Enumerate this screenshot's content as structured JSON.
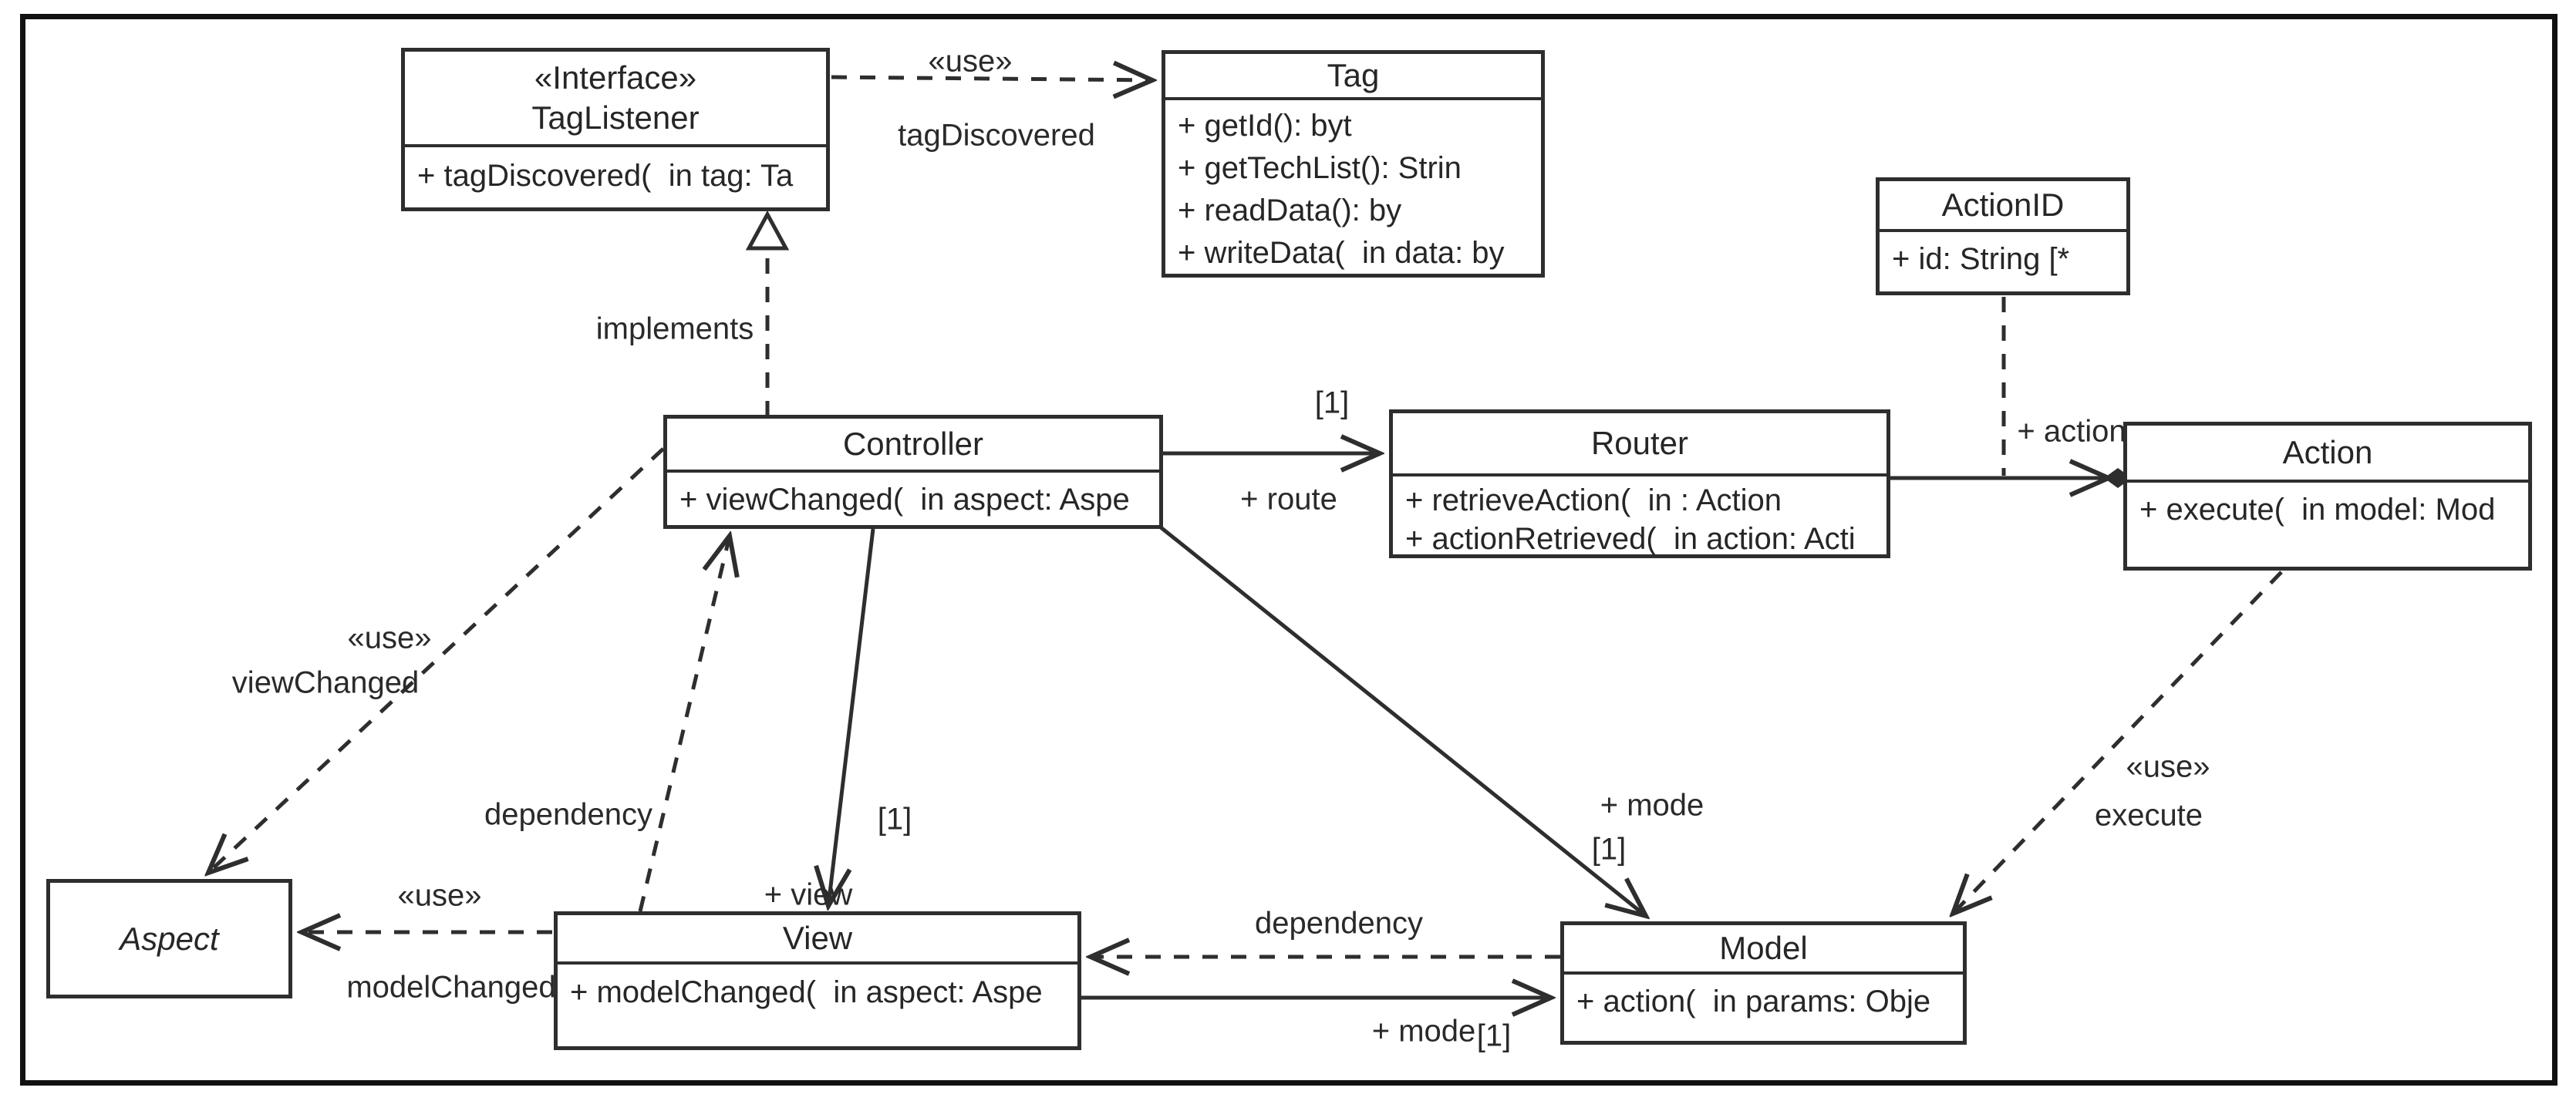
{
  "diagram": {
    "title": "MVC / NFC UML class diagram",
    "type": "uml-class-diagram",
    "colors": {
      "line": "#2e2e2e",
      "background": "#ffffff",
      "text": "#262626"
    }
  },
  "classes": {
    "taglistener": {
      "stereotype": "«Interface»",
      "name": "TagListener",
      "members": [
        "+ tagDiscovered(  in tag: Ta"
      ]
    },
    "tag": {
      "name": "Tag",
      "members": [
        "+ getId(): byt",
        "+ getTechList(): Strin",
        "+ readData(): by",
        "+ writeData(  in data: by"
      ]
    },
    "actionid": {
      "name": "ActionID",
      "members": [
        "+ id: String [*"
      ]
    },
    "controller": {
      "name": "Controller",
      "members": [
        "+ viewChanged(  in aspect: Aspe"
      ]
    },
    "router": {
      "name": "Router",
      "members": [
        "+ retrieveAction(  in : Action",
        "+ actionRetrieved(  in action: Acti"
      ]
    },
    "action": {
      "name": "Action",
      "members": [
        "+ execute(  in model: Mod"
      ]
    },
    "aspect": {
      "name": "Aspect"
    },
    "view": {
      "name": "View",
      "members": [
        "+ modelChanged(  in aspect: Aspe"
      ]
    },
    "model": {
      "name": "Model",
      "members": [
        "+ action(  in params: Obje"
      ]
    }
  },
  "labels": {
    "use_tag": {
      "stereotype": "«use»",
      "name": "tagDiscovered"
    },
    "implements": "implements",
    "route": {
      "name": "+ route",
      "multiplicity": "[1]"
    },
    "action_end": {
      "name": "+ action"
    },
    "mode_model": {
      "name": "+ mode",
      "multiplicity": "[1]"
    },
    "view_end": {
      "name": "+ view",
      "multiplicity": "[1]"
    },
    "dependency_view_controller": "dependency",
    "use_aspect_controller": {
      "stereotype": "«use»",
      "name": "viewChanged"
    },
    "use_aspect_view": {
      "stereotype": "«use»",
      "name": "modelChanged"
    },
    "dependency_model_view": "dependency",
    "mode_view_model": {
      "name": "+ mode",
      "multiplicity": "[1]"
    },
    "use_action_model": {
      "stereotype": "«use»",
      "name": "execute"
    }
  }
}
